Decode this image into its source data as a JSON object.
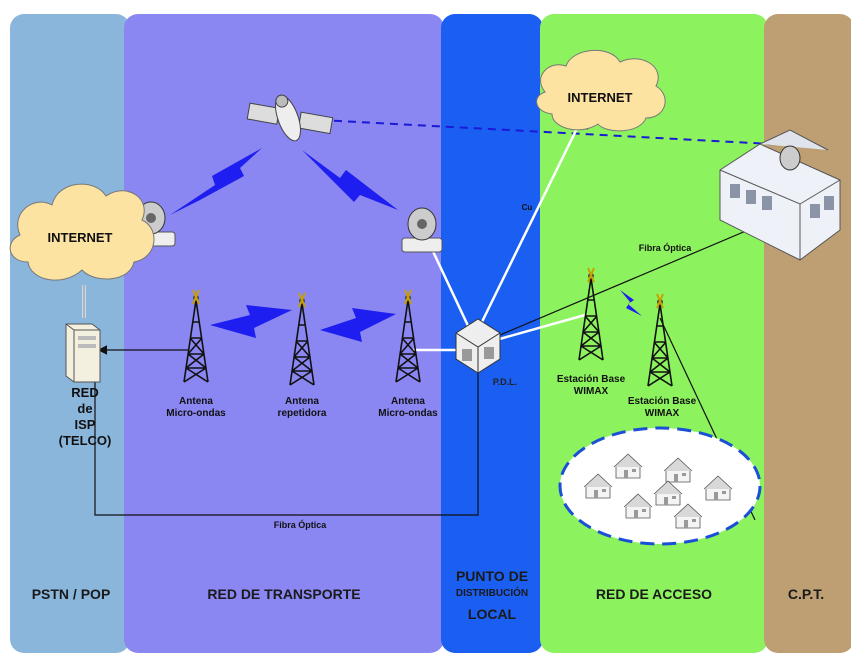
{
  "colors": {
    "pstn": "#8bb6dc",
    "transport": "#8a86f2",
    "pdl": "#1a5ff2",
    "access": "#8cf35e",
    "cpt": "#bd9f73",
    "cloud": "#fde3a2",
    "zigzag": "#1e1ef0"
  },
  "bands": {
    "pstn": "PSTN / POP",
    "transport": "RED DE TRANSPORTE",
    "pdl_line1": "PUNTO DE",
    "pdl_line2": "DISTRIBUCIÓN",
    "pdl_line3": "LOCAL",
    "access": "RED DE ACCESO",
    "cpt": "C.P.T."
  },
  "nodes": {
    "internet_left": "INTERNET",
    "internet_top": "INTERNET",
    "isp_line1": "RED",
    "isp_line2": "de",
    "isp_line3": "ISP",
    "isp_line4": "(TELCO)",
    "antenna1_line1": "Antena",
    "antenna1_line2": "Micro-ondas",
    "antenna2_line1": "Antena",
    "antenna2_line2": "repetidora",
    "antenna3_line1": "Antena",
    "antenna3_line2": "Micro-ondas",
    "pdl": "P.D.L.",
    "wimax1_line1": "Estación Base",
    "wimax1_line2": "WIMAX",
    "wimax2_line1": "Estación Base",
    "wimax2_line2": "WIMAX"
  },
  "links": {
    "fibra_bottom": "Fibra Óptica",
    "fibra_top": "Fibra Óptica",
    "cu": "Cu"
  },
  "icons": [
    "satellite-icon",
    "dish-icon",
    "cloud-icon",
    "server-icon",
    "tower-icon",
    "router-icon",
    "building-icon",
    "house-icon"
  ]
}
